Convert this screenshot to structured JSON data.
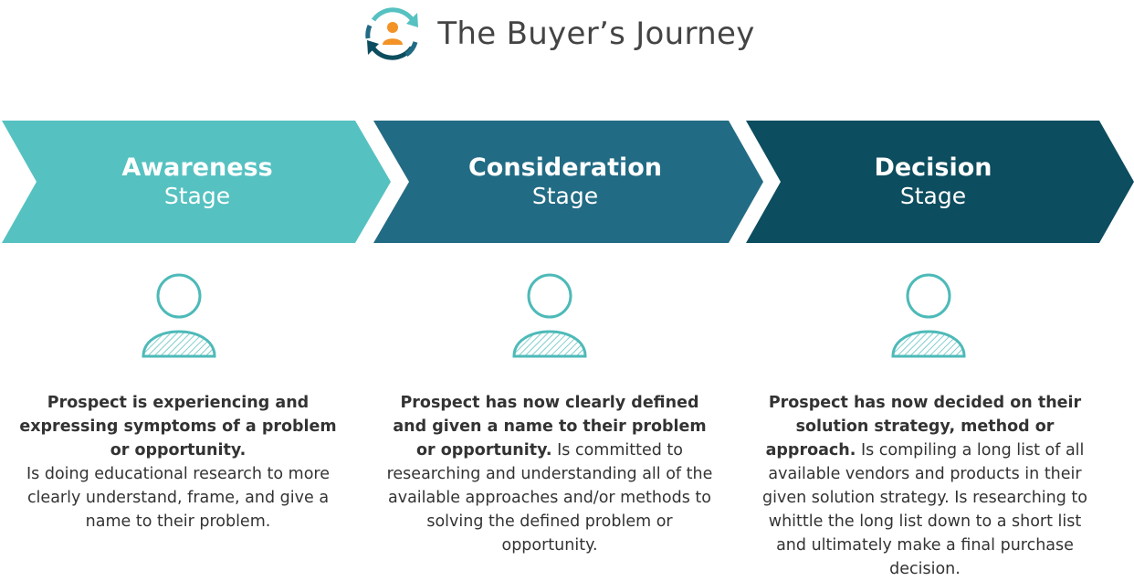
{
  "header": {
    "title": "The Buyer’s Journey",
    "logo_icon": "cycle-person-icon"
  },
  "colors": {
    "awareness": "#56c1c1",
    "consideration": "#226b84",
    "decision": "#0c4d5f",
    "person_outline": "#4dbab8",
    "logo_orange": "#f39325",
    "text": "#333333"
  },
  "stages": [
    {
      "name": "Awareness",
      "sub": "Stage",
      "desc_bold": "Prospect is experiencing and expressing symptoms of a problem or opportunity.",
      "desc_rest": "Is doing educational research to more clearly understand, frame, and give a name to their problem."
    },
    {
      "name": "Consideration",
      "sub": "Stage",
      "desc_bold": "Prospect has now clearly defined and given a name to their problem or opportunity.",
      "desc_rest": "Is committed to researching and understanding all of the available approaches and/or methods to solving the defined problem or opportunity."
    },
    {
      "name": "Decision",
      "sub": "Stage",
      "desc_bold": "Prospect has now decided on their solution strategy, method or approach.",
      "desc_rest": "Is compiling a long list of all available vendors and products in their given solution strategy. Is researching to whittle the long list down to a short list and ultimately make a final purchase decision."
    }
  ]
}
